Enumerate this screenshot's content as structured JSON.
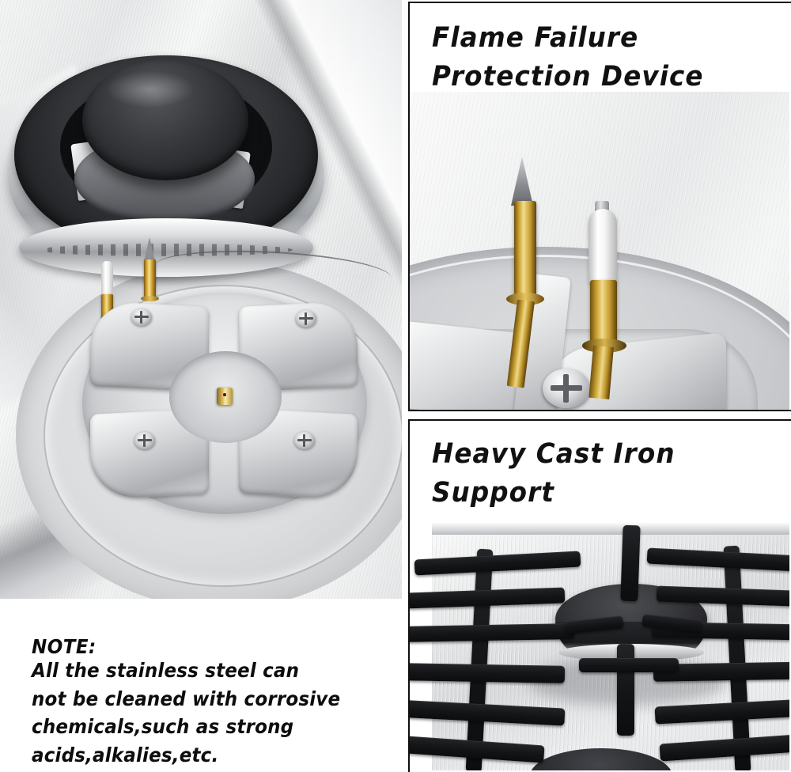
{
  "document": {
    "type": "product-feature-infographic",
    "subject": "stainless steel gas cooktop"
  },
  "panels": {
    "burner_closeup": {
      "name": "burner-closeup-photo",
      "alt": "Close-up of a gas burner cap, burner ring and aluminium burner base with ignition electrode and flame-failure thermocouple on a stainless steel cooktop"
    },
    "flame_failure": {
      "heading": "Flame Failure\nProtection Device",
      "photo_alt": "Macro of brass thermocouple with pointed steel tip and white ceramic ignition electrode mounted on the burner base"
    },
    "cast_iron": {
      "heading": "Heavy Cast Iron\nSupport",
      "photo_alt": "Black heavy cast iron pan support grates over stainless steel cooktop with black burner caps"
    },
    "note": {
      "title": "NOTE:",
      "body": "All the stainless steel can\nnot be cleaned with corrosive\nchemicals,such as strong\nacids,alkalies,etc."
    }
  },
  "colors": {
    "border": "#101010",
    "text": "#0d0d0d",
    "background": "#ffffff",
    "stainless_light": "#f2f3f3",
    "stainless_mid": "#d9dadb",
    "cast_iron_black": "#17181a",
    "brass": "#c9a132",
    "ceramic_white": "#ffffff"
  }
}
